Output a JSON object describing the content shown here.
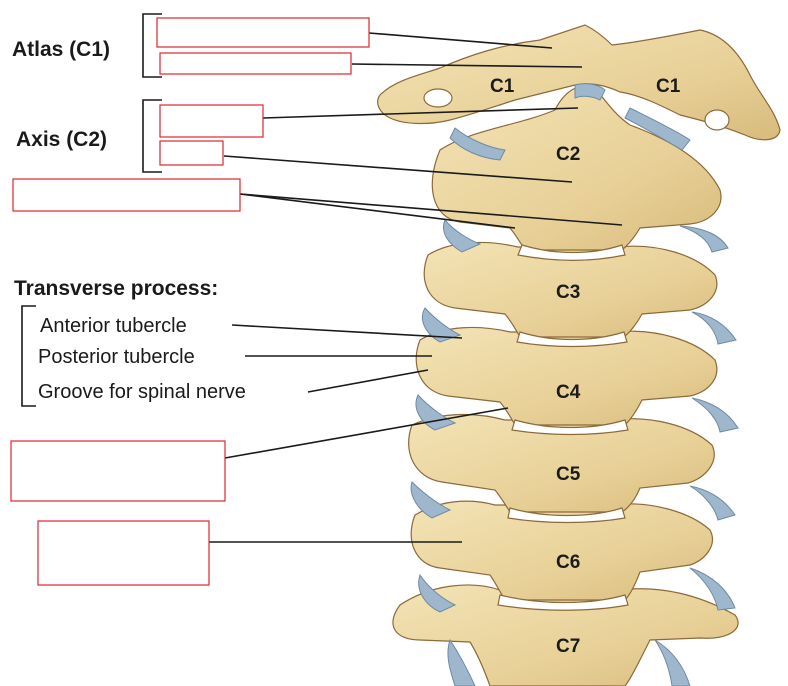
{
  "labels": {
    "atlas": "Atlas (C1)",
    "axis": "Axis (C2)",
    "transverse_heading": "Transverse process:",
    "anterior_tubercle": "Anterior tubercle",
    "posterior_tubercle": "Posterior tubercle",
    "groove": "Groove for spinal nerve"
  },
  "vertebrae": [
    "C1",
    "C1",
    "C2",
    "C3",
    "C4",
    "C5",
    "C6",
    "C7"
  ],
  "colors": {
    "bone": "#ecd7a2",
    "bone_shadow": "#d9bd7f",
    "cartilage": "#9fb7cc",
    "answer_border": "#e0262b",
    "text": "#1a1a1a"
  }
}
